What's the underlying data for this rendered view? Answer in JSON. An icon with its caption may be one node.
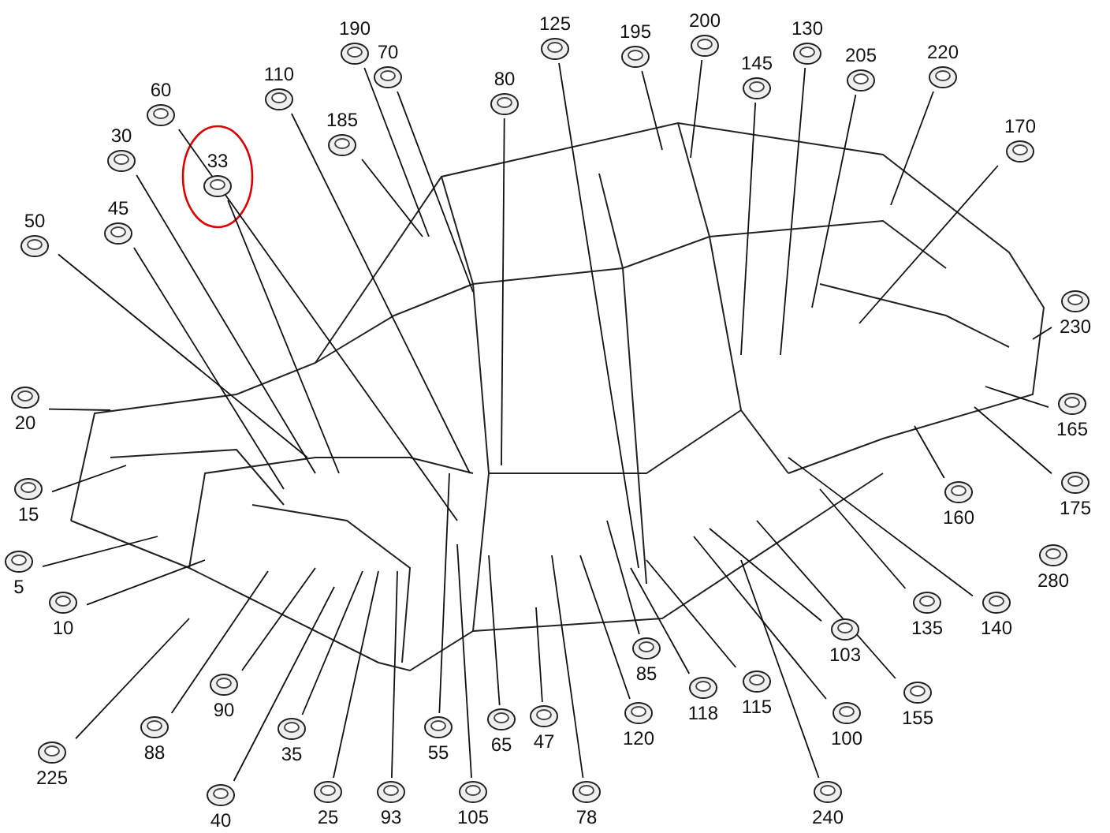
{
  "diagram": {
    "nodes": [
      {
        "text": [
          "190"
        ]
      },
      {
        "text": [
          "70"
        ]
      },
      {
        "text": [
          "110"
        ]
      },
      {
        "text": [
          "60"
        ]
      },
      {
        "text": [
          "185"
        ]
      },
      {
        "text": [
          "80"
        ]
      },
      {
        "text": [
          "125"
        ]
      },
      {
        "text": [
          "195"
        ]
      },
      {
        "text": [
          "200"
        ]
      },
      {
        "text": [
          "145"
        ]
      },
      {
        "text": [
          "130"
        ]
      },
      {
        "text": [
          "205"
        ]
      },
      {
        "text": [
          "220"
        ]
      },
      {
        "text": [
          "170"
        ]
      },
      {
        "text": [
          "30"
        ]
      },
      {
        "text": [
          "33"
        ]
      },
      {
        "text": [
          "45"
        ]
      },
      {
        "text": [
          "50"
        ]
      },
      {
        "text": [
          "20"
        ]
      },
      {
        "text": [
          "15"
        ]
      },
      {
        "text": [
          "5"
        ]
      },
      {
        "text": [
          "10"
        ]
      },
      {
        "text": [
          "230"
        ]
      },
      {
        "text": [
          "165"
        ]
      },
      {
        "text": [
          "160"
        ]
      },
      {
        "text": [
          "175"
        ]
      },
      {
        "text": [
          "280"
        ]
      },
      {
        "text": [
          "135"
        ]
      },
      {
        "text": [
          "140"
        ]
      },
      {
        "text": [
          "155"
        ]
      },
      {
        "text": [
          "103"
        ]
      },
      {
        "text": [
          "100"
        ]
      },
      {
        "text": [
          "240"
        ]
      },
      {
        "text": [
          "115"
        ]
      },
      {
        "text": [
          "118"
        ]
      },
      {
        "text": [
          "85"
        ]
      },
      {
        "text": [
          "120"
        ]
      },
      {
        "text": [
          "78"
        ]
      },
      {
        "text": [
          "47"
        ]
      },
      {
        "text": [
          "65"
        ]
      },
      {
        "text": [
          "105"
        ]
      },
      {
        "text": [
          "55"
        ]
      },
      {
        "text": [
          "93"
        ]
      },
      {
        "text": [
          "25"
        ]
      },
      {
        "text": [
          "35"
        ]
      },
      {
        "text": [
          "40"
        ]
      },
      {
        "text": [
          "90"
        ]
      },
      {
        "text": [
          "88"
        ]
      },
      {
        "text": [
          "225"
        ]
      }
    ],
    "edges": [
      {
        "from": 0,
        "to": null,
        "arrow": "none"
      },
      {
        "from": 1,
        "to": null,
        "arrow": "none"
      },
      {
        "from": 2,
        "to": null,
        "arrow": "none"
      },
      {
        "from": 3,
        "to": null,
        "arrow": "none"
      },
      {
        "from": 4,
        "to": null,
        "arrow": "none"
      },
      {
        "from": 5,
        "to": null,
        "arrow": "none"
      },
      {
        "from": 6,
        "to": null,
        "arrow": "none"
      },
      {
        "from": 7,
        "to": null,
        "arrow": "none"
      },
      {
        "from": 8,
        "to": null,
        "arrow": "none"
      },
      {
        "from": 9,
        "to": null,
        "arrow": "none"
      },
      {
        "from": 10,
        "to": null,
        "arrow": "none"
      },
      {
        "from": 11,
        "to": null,
        "arrow": "none"
      },
      {
        "from": 12,
        "to": null,
        "arrow": "none"
      },
      {
        "from": 13,
        "to": null,
        "arrow": "none"
      },
      {
        "from": 14,
        "to": null,
        "arrow": "none"
      },
      {
        "from": 15,
        "to": null,
        "arrow": "none"
      },
      {
        "from": 16,
        "to": null,
        "arrow": "none"
      },
      {
        "from": 17,
        "to": null,
        "arrow": "none"
      },
      {
        "from": 18,
        "to": null,
        "arrow": "none"
      },
      {
        "from": 19,
        "to": null,
        "arrow": "none"
      },
      {
        "from": 20,
        "to": null,
        "arrow": "none"
      },
      {
        "from": 21,
        "to": null,
        "arrow": "none"
      },
      {
        "from": 22,
        "to": null,
        "arrow": "none"
      },
      {
        "from": 23,
        "to": null,
        "arrow": "none"
      },
      {
        "from": 24,
        "to": null,
        "arrow": "none"
      },
      {
        "from": 25,
        "to": null,
        "arrow": "none"
      },
      {
        "from": 27,
        "to": null,
        "arrow": "none"
      },
      {
        "from": 28,
        "to": null,
        "arrow": "none"
      },
      {
        "from": 29,
        "to": null,
        "arrow": "none"
      },
      {
        "from": 30,
        "to": null,
        "arrow": "none"
      },
      {
        "from": 31,
        "to": null,
        "arrow": "none"
      },
      {
        "from": 32,
        "to": null,
        "arrow": "none"
      },
      {
        "from": 33,
        "to": null,
        "arrow": "none"
      },
      {
        "from": 34,
        "to": null,
        "arrow": "none"
      },
      {
        "from": 35,
        "to": null,
        "arrow": "none"
      },
      {
        "from": 36,
        "to": null,
        "arrow": "none"
      },
      {
        "from": 37,
        "to": null,
        "arrow": "none"
      },
      {
        "from": 38,
        "to": null,
        "arrow": "none"
      },
      {
        "from": 39,
        "to": null,
        "arrow": "none"
      },
      {
        "from": 40,
        "to": null,
        "arrow": "none"
      },
      {
        "from": 41,
        "to": null,
        "arrow": "none"
      },
      {
        "from": 42,
        "to": null,
        "arrow": "none"
      },
      {
        "from": 43,
        "to": null,
        "arrow": "none"
      },
      {
        "from": 44,
        "to": null,
        "arrow": "none"
      },
      {
        "from": 45,
        "to": null,
        "arrow": "none"
      },
      {
        "from": 46,
        "to": null,
        "arrow": "none"
      },
      {
        "from": 47,
        "to": null,
        "arrow": "none"
      },
      {
        "from": 48,
        "to": null,
        "arrow": "none"
      }
    ]
  }
}
